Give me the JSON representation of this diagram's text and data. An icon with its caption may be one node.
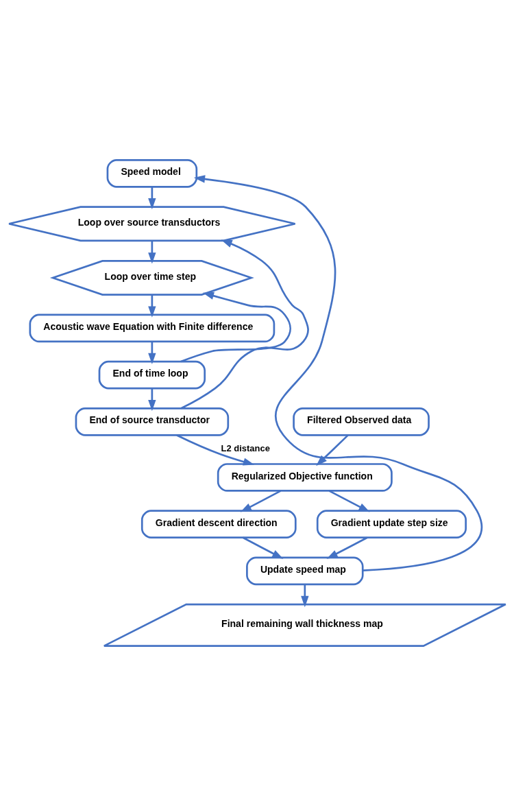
{
  "diagram": {
    "nodes": [
      {
        "text": [
          "Speed model"
        ]
      },
      {
        "text": [
          "Loop over source transductors"
        ]
      },
      {
        "text": [
          "Loop over time step"
        ]
      },
      {
        "text": [
          "Acoustic wave Equation with Finite difference"
        ]
      },
      {
        "text": [
          "End of time loop"
        ]
      },
      {
        "text": [
          "End of source transductor"
        ]
      },
      {
        "text": [
          "Filtered Observed data"
        ]
      },
      {
        "text": [
          "Regularized Objective function"
        ]
      },
      {
        "text": [
          "Gradient descent direction"
        ]
      },
      {
        "text": [
          "Gradient update step size"
        ]
      },
      {
        "text": [
          "Update speed map"
        ]
      },
      {
        "text": [
          "Final remaining wall thickness map"
        ]
      }
    ],
    "edges": [
      {
        "from": 0,
        "to": 1,
        "arrow": "to"
      },
      {
        "from": 1,
        "to": 2,
        "arrow": "to"
      },
      {
        "from": 2,
        "to": 3,
        "arrow": "to"
      },
      {
        "from": 3,
        "to": 4,
        "arrow": "to"
      },
      {
        "from": 4,
        "to": 2,
        "arrow": "to"
      },
      {
        "from": 4,
        "to": 5,
        "arrow": "to"
      },
      {
        "from": 5,
        "to": 1,
        "arrow": "to"
      },
      {
        "from": 5,
        "to": 7,
        "arrow": "to",
        "label": "L2 distance"
      },
      {
        "from": 6,
        "to": 7,
        "arrow": "to"
      },
      {
        "from": 7,
        "to": 8,
        "arrow": "to"
      },
      {
        "from": 7,
        "to": 9,
        "arrow": "to"
      },
      {
        "from": 8,
        "to": 10,
        "arrow": "to"
      },
      {
        "from": 9,
        "to": 10,
        "arrow": "to"
      },
      {
        "from": 10,
        "to": 0,
        "arrow": "to"
      },
      {
        "from": 10,
        "to": 11,
        "arrow": "to"
      }
    ]
  }
}
